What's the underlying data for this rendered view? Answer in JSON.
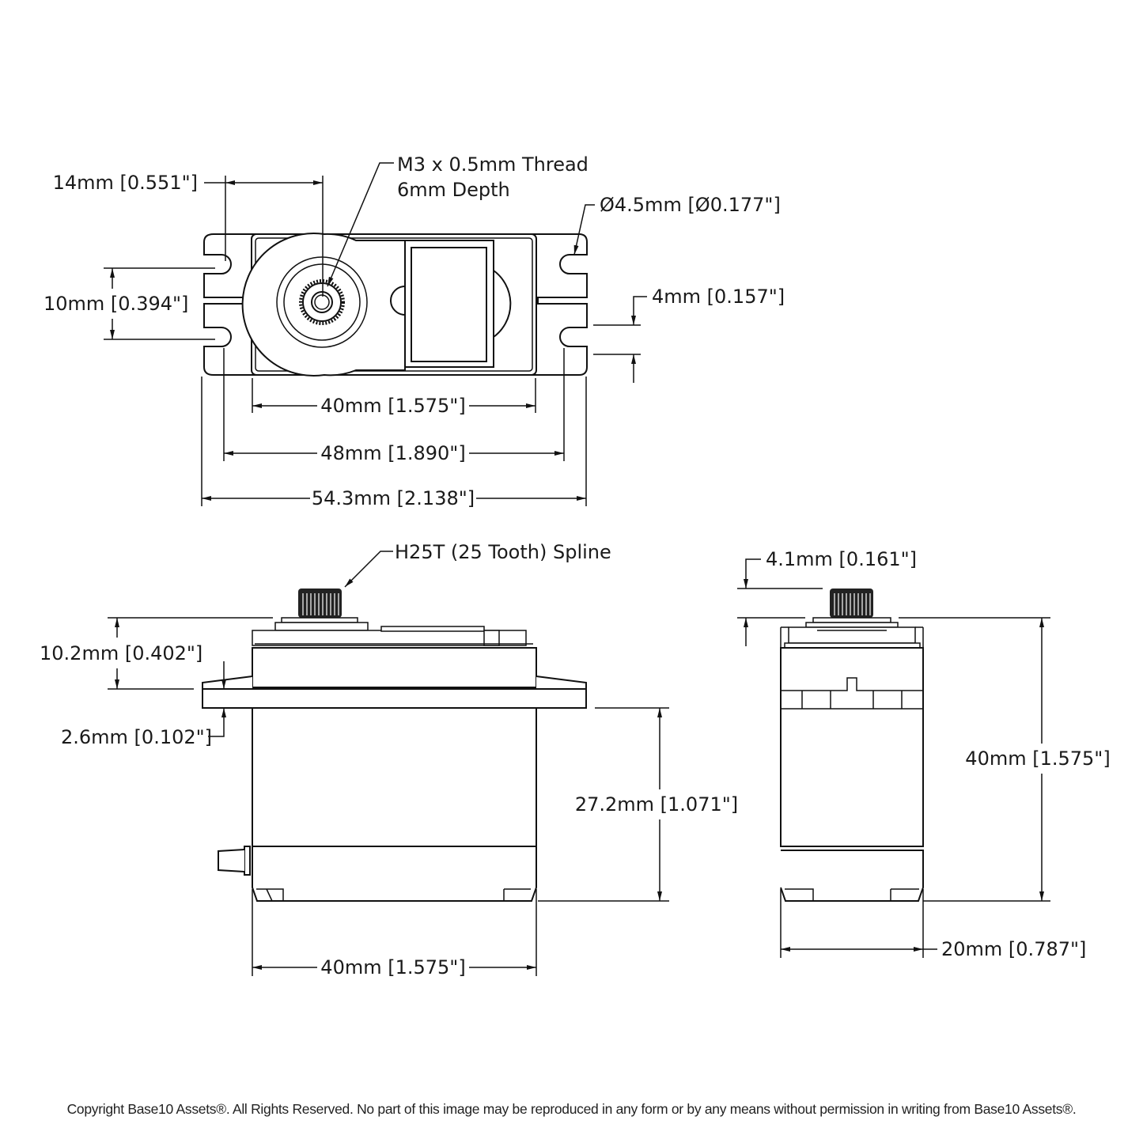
{
  "drawing": {
    "top_view": {
      "callouts": {
        "thread_line1": "M3 x 0.5mm Thread",
        "thread_line2": "6mm Depth",
        "hole_diameter": "Ø4.5mm [Ø0.177\"]"
      },
      "dimensions": {
        "spline_offset": "14mm [0.551\"]",
        "hole_spacing_vertical": "10mm [0.394\"]",
        "slot_width": "4mm [0.157\"]",
        "body_width": "40mm [1.575\"]",
        "hole_spacing_horizontal": "48mm [1.890\"]",
        "overall_length": "54.3mm [2.138\"]"
      }
    },
    "front_view": {
      "callouts": {
        "spline": "H25T (25 Tooth) Spline"
      },
      "dimensions": {
        "top_height": "10.2mm [0.402\"]",
        "flange_thickness": "2.6mm [0.102\"]",
        "bottom_height": "27.2mm [1.071\"]",
        "body_width": "40mm [1.575\"]"
      }
    },
    "side_view": {
      "dimensions": {
        "spline_height": "4.1mm [0.161\"]",
        "body_height": "40mm [1.575\"]",
        "body_depth": "20mm [0.787\"]"
      }
    }
  },
  "footer": {
    "copyright": "Copyright Base10 Assets®.  All Rights Reserved. No part of this image may be reproduced in any form or by any means without permission in writing from Base10 Assets®."
  }
}
